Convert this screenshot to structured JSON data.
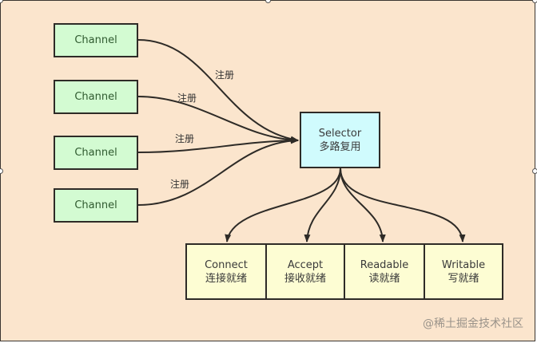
{
  "diagram": {
    "channels": [
      {
        "label": "Channel"
      },
      {
        "label": "Channel"
      },
      {
        "label": "Channel"
      },
      {
        "label": "Channel"
      }
    ],
    "edge_labels": [
      "注册",
      "注册",
      "注册",
      "注册"
    ],
    "selector": {
      "title": "Selector",
      "subtitle": "多路复用"
    },
    "states": [
      {
        "title": "Connect",
        "subtitle": "连接就绪"
      },
      {
        "title": "Accept",
        "subtitle": "接收就绪"
      },
      {
        "title": "Readable",
        "subtitle": "读就绪"
      },
      {
        "title": "Writable",
        "subtitle": "写就绪"
      }
    ],
    "colors": {
      "background": "#fbe5cd",
      "channel_fill": "#d3fbd2",
      "selector_fill": "#d0fbfd",
      "state_fill": "#fdfdd3",
      "stroke": "#2e2b27"
    }
  },
  "watermark": "@稀土掘金技术社区"
}
